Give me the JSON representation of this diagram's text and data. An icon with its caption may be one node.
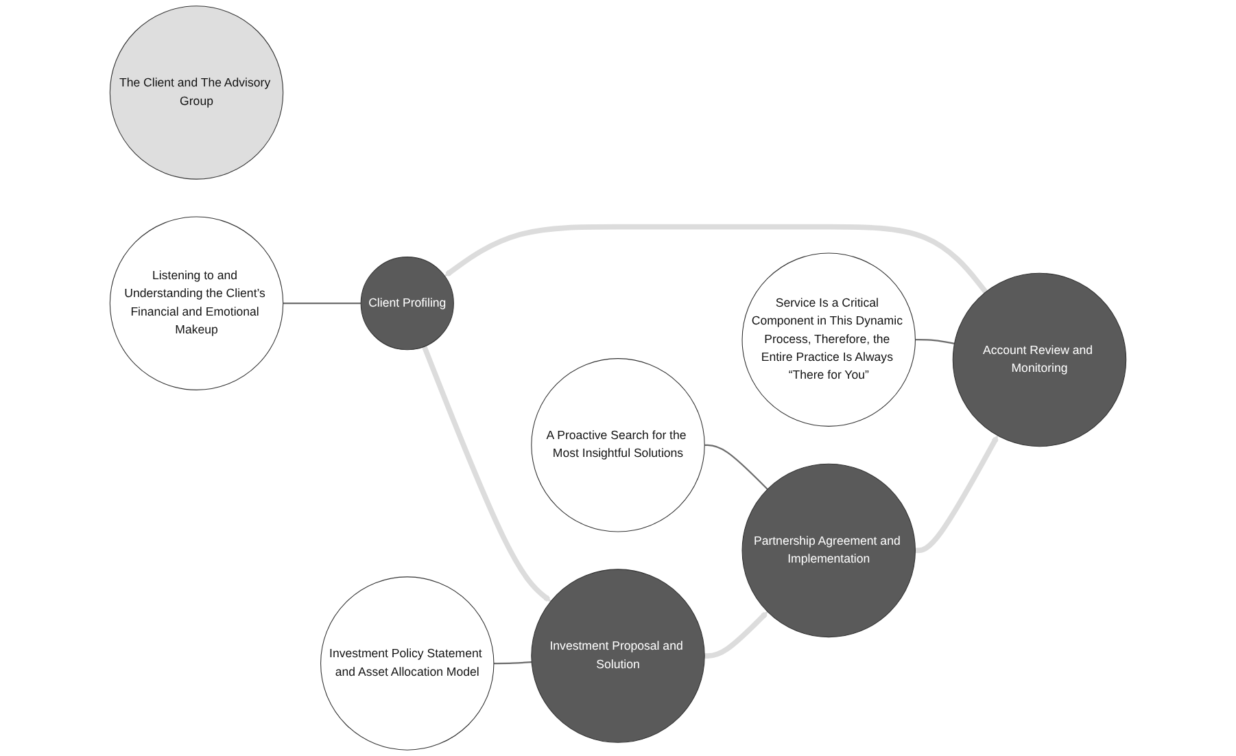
{
  "diagram": {
    "nodes": [
      {
        "text": [
          "Client Profiling"
        ]
      },
      {
        "text": [
          "Investment Proposal and Solution"
        ]
      },
      {
        "text": [
          "Partnership Agreement and Implementation"
        ]
      },
      {
        "text": [
          "Account Review and Monitoring"
        ]
      },
      {
        "text": [
          "The Client and The Advisory Group"
        ]
      },
      {
        "text": [
          "Listening to and Understanding the Client’s Financial and Emotional Makeup"
        ]
      },
      {
        "text": [
          "Investment Policy Statement and Asset Allocation Model"
        ]
      },
      {
        "text": [
          "Service Is a Critical Component in This Dynamic Process, Therefore, the Entire Practice Is Always “There for You”"
        ]
      },
      {
        "text": [
          "A Proactive Search for the Most Insightful Solutions"
        ]
      }
    ],
    "edges": [
      {
        "from": 0,
        "to": 1,
        "arrow": "to",
        "style": "thick",
        "color": "#dcdcdc"
      },
      {
        "from": 1,
        "to": 2,
        "arrow": "to",
        "style": "thick",
        "color": "#dcdcdc"
      },
      {
        "from": 2,
        "to": 3,
        "arrow": "to",
        "style": "thick",
        "color": "#dcdcdc"
      },
      {
        "from": 3,
        "to": 0,
        "arrow": "to",
        "style": "thick",
        "color": "#dcdcdc"
      },
      {
        "from": 5,
        "to": 0,
        "arrow": "none",
        "color": "#6b6b6b"
      },
      {
        "from": 6,
        "to": 1,
        "arrow": "none",
        "color": "#6b6b6b"
      },
      {
        "from": 8,
        "to": 2,
        "arrow": "none",
        "color": "#6b6b6b"
      },
      {
        "from": 7,
        "to": 3,
        "arrow": "none",
        "color": "#6b6b6b"
      }
    ]
  }
}
